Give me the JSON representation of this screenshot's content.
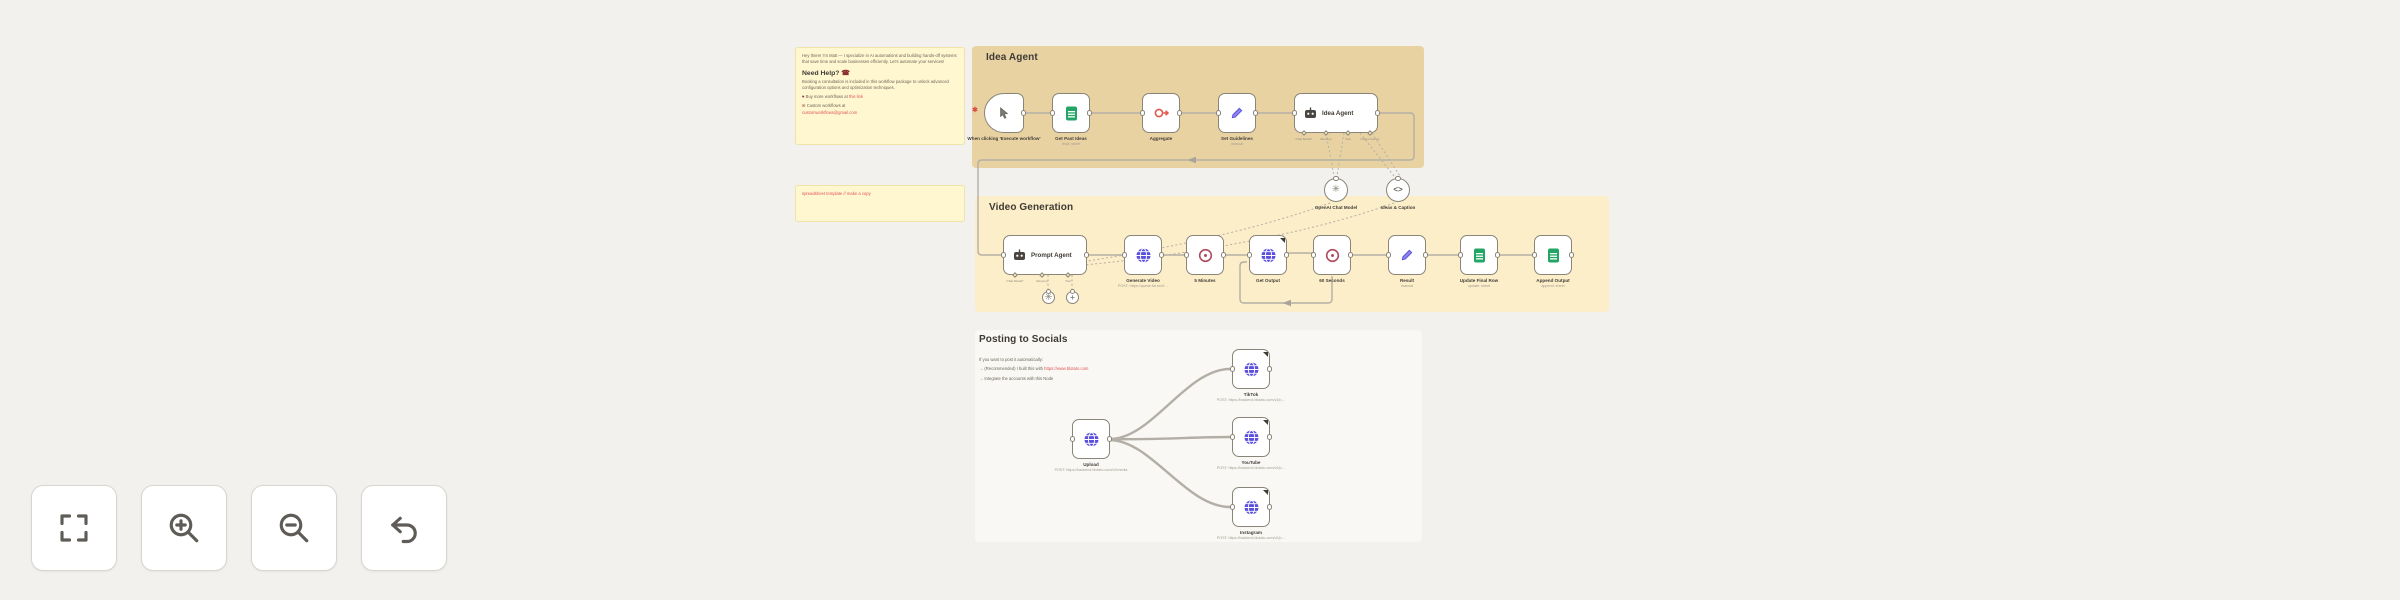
{
  "app": {
    "name": "workflow canvas"
  },
  "sections": {
    "idea": {
      "title": "Idea Agent"
    },
    "video": {
      "title": "Video Generation"
    },
    "socials": {
      "title": "Posting to Socials"
    }
  },
  "stickies": {
    "help": {
      "intro": "Hey there! I'm Matt — I specialize in AI automations and building hands-off systems that save time and scale businesses efficiently. Let's automate your services!",
      "heading_text": "Need Help?",
      "heading_icon": "phone-icon",
      "body": "Booking a consultation is included in this workflow package to unlock advanced configuration options and optimization techniques.",
      "buy_prefix": "Buy more workflows at",
      "buy_link": "this link",
      "contact_line": "Custom workflows at",
      "email": "customworkflows@gmail.com"
    },
    "template": {
      "link": "spreadsheet template // make a copy"
    }
  },
  "socials_note": {
    "line1": "If you want to post it automatically:",
    "line2_prefix": "→ (Recommended) I built this with",
    "line2_link": "https://www.blotato.com",
    "line3": "→ Integrate the accounts with this Node"
  },
  "nodes": [
    {
      "id": "trigger",
      "icon": "cursor",
      "label": "When clicking 'Execute workflow'",
      "sub": ""
    },
    {
      "id": "sheets1",
      "icon": "sheets",
      "label": "Get Past Ideas",
      "sub": "read: sheet"
    },
    {
      "id": "aggregate",
      "icon": "aggregate",
      "label": "Aggregate",
      "sub": ""
    },
    {
      "id": "set1",
      "icon": "pencil",
      "label": "Set Guidelines",
      "sub": "manual"
    },
    {
      "id": "agent1",
      "icon": "robot",
      "label": "Idea Agent",
      "sub": ""
    },
    {
      "id": "c1",
      "icon": "openai",
      "label": "OpenAI Chat Model",
      "sub": ""
    },
    {
      "id": "c2",
      "icon": "parser",
      "label": "Ideas & Caption",
      "sub": ""
    },
    {
      "id": "agent2",
      "icon": "robot",
      "label": "Prompt Agent",
      "sub": ""
    },
    {
      "id": "m1",
      "icon": "openai",
      "label": "",
      "sub": ""
    },
    {
      "id": "m2",
      "icon": "plus",
      "label": "",
      "sub": ""
    },
    {
      "id": "http1",
      "icon": "globe",
      "label": "Generate Video",
      "sub": "POST: https://queue.fal.run/f…"
    },
    {
      "id": "wait1",
      "icon": "clock",
      "label": "5 Minutes",
      "sub": ""
    },
    {
      "id": "http2",
      "icon": "globe",
      "label": "Get Output",
      "sub": "",
      "marker": true
    },
    {
      "id": "wait2",
      "icon": "clock",
      "label": "60 Seconds",
      "sub": ""
    },
    {
      "id": "set2",
      "icon": "pencil",
      "label": "Result",
      "sub": "manual"
    },
    {
      "id": "sheets2",
      "icon": "sheets",
      "label": "Update Final Row",
      "sub": "update: sheet"
    },
    {
      "id": "sheets3",
      "icon": "sheets",
      "label": "Append Output",
      "sub": "append: sheet"
    },
    {
      "id": "upload",
      "icon": "globe",
      "label": "Upload",
      "sub": "POST: https://backend.blotato.com/v2/media"
    },
    {
      "id": "tiktok",
      "icon": "globe",
      "label": "TikTok",
      "sub": "POST: https://backend.blotato.com/v2/p…",
      "marker": true
    },
    {
      "id": "youtube",
      "icon": "globe",
      "label": "YouTube",
      "sub": "POST: https://backend.blotato.com/v2/p…",
      "marker": true
    },
    {
      "id": "instagram",
      "icon": "globe",
      "label": "Instagram",
      "sub": "POST: https://backend.blotato.com/v2/p…",
      "marker": true
    }
  ],
  "agent_ports": {
    "agent1": [
      "Chat Model*",
      "Memory",
      "Tool",
      "Output Parser"
    ],
    "agent2": [
      "Chat Model*",
      "Memory",
      "Tool"
    ]
  },
  "markers": {
    "execute": "✱"
  },
  "toolbar": {
    "buttons": [
      {
        "id": "fit-view",
        "icon": "fit-view-icon"
      },
      {
        "id": "zoom-in",
        "icon": "zoom-in-icon"
      },
      {
        "id": "zoom-out",
        "icon": "zoom-out-icon"
      },
      {
        "id": "reset-view",
        "icon": "undo-icon"
      }
    ]
  },
  "colors": {
    "canvas_bg": "#f2f1ee",
    "idea_bg": "#e9d2a2",
    "video_bg": "#fbeec8",
    "sticky_bg": "#fff7cf",
    "socials_bg": "#f9f8f4",
    "wire": "#b4afa6",
    "node_border": "#8a8578",
    "link_red": "#e05555",
    "accent_red": "#d94f43",
    "sheets_green": "#23a566",
    "http_indigo": "#5b50dd",
    "wait_maroon": "#b04a5e"
  }
}
